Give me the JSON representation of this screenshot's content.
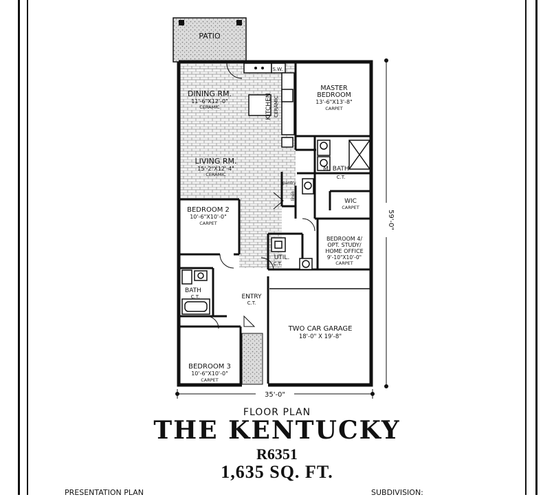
{
  "plan": {
    "rooms": {
      "patio": {
        "name": "PATIO"
      },
      "dining": {
        "name": "DINING RM.",
        "size": "11'-6\"X12'-0\"",
        "finish": "CERAMIC"
      },
      "kitchen": {
        "name": "KITCHEN",
        "finish": "CERAMIC"
      },
      "sw": {
        "name": "S.W."
      },
      "master": {
        "name": "MASTER",
        "name2": "BEDROOM",
        "size": "13'-6\"X13'-8\"",
        "finish": "CARPET"
      },
      "living": {
        "name": "LIVING RM.",
        "size": "15'-2\"X12'-4\"",
        "finish": "CERAMIC"
      },
      "mbath": {
        "name": "M. BATH",
        "finish": "C.T."
      },
      "pantry": {
        "name": "pantry"
      },
      "linen": {
        "name": "linen"
      },
      "wic": {
        "name": "WIC",
        "finish": "CARPET"
      },
      "bed2": {
        "name": "BEDROOM 2",
        "size": "10'-6\"X10'-0\"",
        "finish": "CARPET"
      },
      "bed4": {
        "line1": "BEDROOM 4/",
        "line2": "OPT. STUDY/",
        "line3": "HOME OFFICE",
        "size": "9'-10\"X10'-0\"",
        "finish": "CARPET"
      },
      "util": {
        "name": "UTIL.",
        "finish": "C.T."
      },
      "bath": {
        "name": "BATH",
        "finish": "C.T."
      },
      "entry": {
        "name": "ENTRY",
        "finish": "C.T."
      },
      "garage": {
        "name": "TWO CAR GARAGE",
        "size": "18'-0\" X 19'-8\""
      },
      "bed3": {
        "name": "BEDROOM 3",
        "size": "10'-6\"X10'-0\"",
        "finish": "CARPET"
      }
    },
    "dimensions": {
      "width": "35'-0\"",
      "depth": "59'-0\""
    }
  },
  "title": {
    "subtitle": "FLOOR PLAN",
    "name": "THE KENTUCKY",
    "code": "R6351",
    "area": "1,635 SQ. FT."
  },
  "footer": {
    "left": "PRESENTATION PLAN",
    "right": "SUBDIVISION:"
  }
}
